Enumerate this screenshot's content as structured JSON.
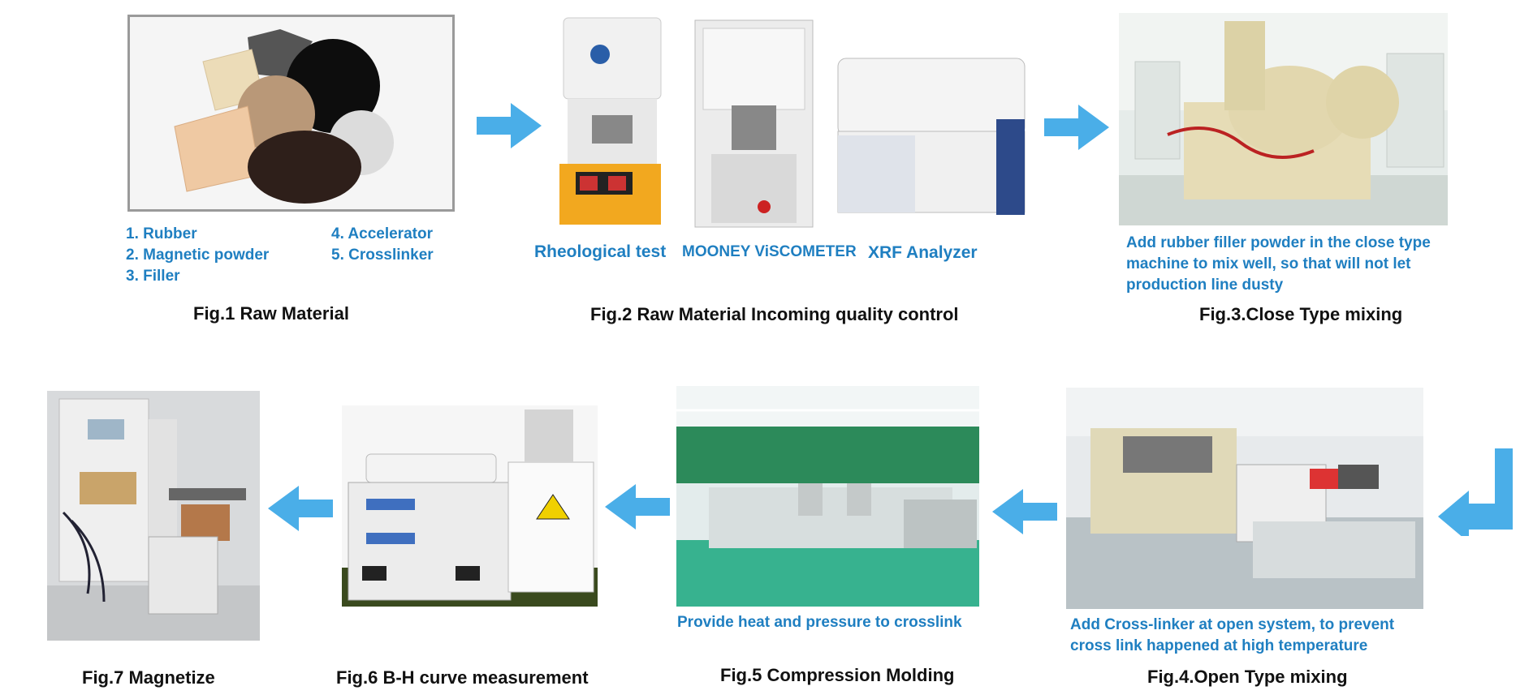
{
  "fig1": {
    "caption": "Fig.1 Raw Material",
    "materials": [
      "1.  Rubber",
      "2.  Magnetic powder",
      "3.  Filler",
      "4.  Accelerator",
      "5.  Crosslinker"
    ]
  },
  "fig2": {
    "caption": "Fig.2 Raw Material Incoming quality control",
    "labels": [
      "Rheological test",
      "MOONEY ViSCOMETER",
      "XRF Analyzer"
    ]
  },
  "fig3": {
    "caption": "Fig.3.Close Type mixing",
    "note": [
      "Add rubber filler powder in the close type",
      "machine to mix well, so that will not let",
      "production line dusty"
    ]
  },
  "fig4": {
    "caption": "Fig.4.Open Type mixing",
    "note": [
      "Add Cross-linker at open system, to prevent",
      "cross link happened at  high temperature"
    ]
  },
  "fig5": {
    "caption": "Fig.5 Compression Molding",
    "note": "Provide heat and pressure to crosslink"
  },
  "fig6": {
    "caption": "Fig.6 B-H curve measurement"
  },
  "fig7": {
    "caption": "Fig.7 Magnetize"
  },
  "colors": {
    "accent_blue": "#1f7fc1",
    "arrow_blue": "#4aaee8"
  }
}
